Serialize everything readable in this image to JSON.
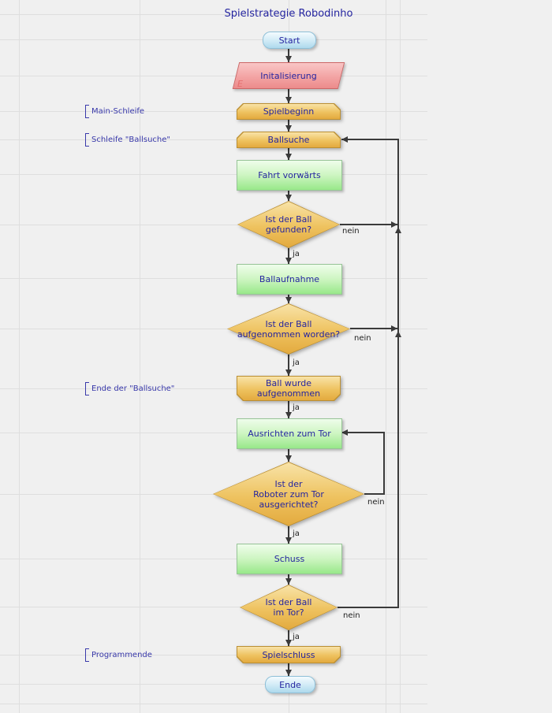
{
  "title": "Spielstrategie Robodinho",
  "colors": {
    "canvas-bg": "#f0f0f0",
    "grid-line": "#dedede",
    "connector": "#3a3a3a",
    "node-text": "#2525a0",
    "annotation-text": "#3939aa",
    "edge-label-text": "#222222",
    "terminator-top": "#f4fbfe",
    "terminator-bottom": "#aed9ec",
    "terminator-border": "#8fc0d8",
    "io-top": "#f9c6c6",
    "io-bottom": "#ec8b8b",
    "io-border": "#cc6666",
    "io-marker": "#e46d6d",
    "loop-top": "#f8e3a8",
    "loop-bottom": "#e3aa3f",
    "loop-border": "#bb8f33",
    "process-top": "#effdeb",
    "process-bottom": "#98e889",
    "process-border": "#97c497"
  },
  "nodes": {
    "start": {
      "label": "Start",
      "type": "terminator"
    },
    "init": {
      "label": "Initalisierung",
      "marker": "E",
      "type": "io"
    },
    "spielbeginn": {
      "label": "Spielbeginn",
      "type": "loop-start"
    },
    "ballsuche": {
      "label": "Ballsuche",
      "type": "loop-start"
    },
    "fahrt": {
      "label": "Fahrt vorwärts",
      "type": "process"
    },
    "d1": {
      "lines": [
        "Ist der Ball",
        "gefunden?"
      ],
      "type": "decision"
    },
    "ballaufnahme": {
      "label": "Ballaufnahme",
      "type": "process"
    },
    "d2": {
      "lines": [
        "Ist der Ball",
        "aufgenommen worden?"
      ],
      "type": "decision"
    },
    "ballwurde": {
      "lines": [
        "Ball wurde",
        "aufgenommen"
      ],
      "type": "loop-end"
    },
    "ausrichten": {
      "label": "Ausrichten zum Tor",
      "type": "process"
    },
    "d3": {
      "lines": [
        "Ist der",
        "Roboter zum Tor",
        "ausgerichtet?"
      ],
      "type": "decision"
    },
    "schuss": {
      "label": "Schuss",
      "type": "process"
    },
    "d4": {
      "lines": [
        "Ist der Ball",
        "im Tor?"
      ],
      "type": "decision"
    },
    "spielschluss": {
      "label": "Spielschluss",
      "type": "loop-end"
    },
    "ende": {
      "label": "Ende",
      "type": "terminator"
    }
  },
  "edge_labels": {
    "yes": "ja",
    "no": "nein"
  },
  "annotations": [
    {
      "label": "Main-Schleife"
    },
    {
      "label": "Schleife \"Ballsuche\""
    },
    {
      "label": "Ende der \"Ballsuche\""
    },
    {
      "label": "Programmende"
    }
  ]
}
